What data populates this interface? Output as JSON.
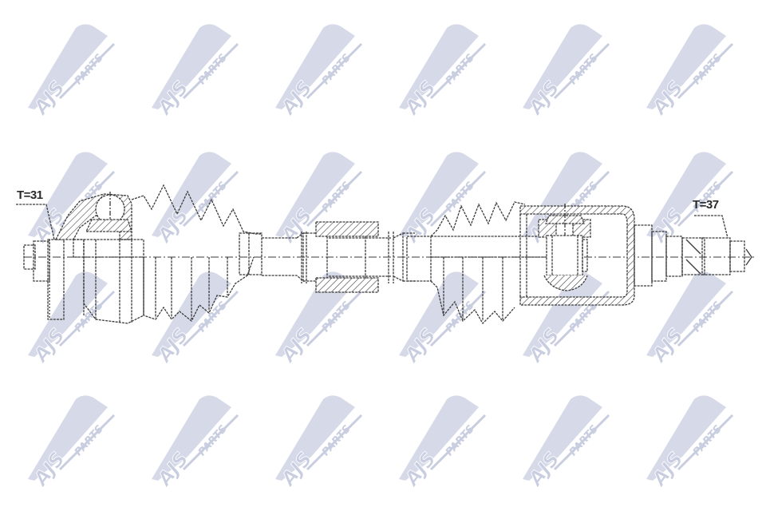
{
  "diagram": {
    "subject": "CV drive shaft technical drawing",
    "labels": {
      "left_tooth_count": "T=31",
      "right_tooth_count": "T=37"
    },
    "watermark": {
      "brand_main": "AJS",
      "brand_sub": "PARTS",
      "color": "#c8cde0",
      "columns": [
        90,
        245,
        400,
        555,
        710,
        865
      ],
      "rows": [
        85,
        245,
        395,
        550
      ]
    },
    "line_color": "#3a3a3a",
    "components": [
      "outer-cv-joint",
      "outer-boot",
      "shaft",
      "damper-weight",
      "inner-boot",
      "inner-tripod-joint",
      "splined-stub-shaft"
    ]
  }
}
